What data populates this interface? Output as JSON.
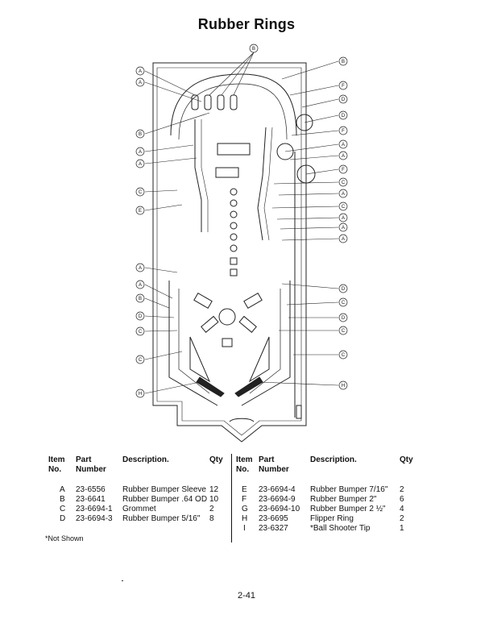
{
  "title": "Rubber Rings",
  "callouts": {
    "top": [
      "B"
    ],
    "left": [
      "A",
      "A",
      "B",
      "A",
      "A",
      "C",
      "E",
      "A",
      "A",
      "B",
      "D",
      "C",
      "C",
      "H"
    ],
    "right": [
      "B",
      "F",
      "D",
      "D",
      "F",
      "A",
      "A",
      "F",
      "C",
      "A",
      "C",
      "A",
      "A",
      "A",
      "D",
      "C",
      "D",
      "C",
      "C",
      "H"
    ]
  },
  "table_left": {
    "headers": {
      "item": "Item",
      "no": "No.",
      "part": "Part",
      "number": "Number",
      "description": "Description.",
      "qty": "Qty"
    },
    "rows": [
      {
        "item": "A",
        "part": "23-6556",
        "description": "Rubber Bumper Sleeve",
        "qty": "12"
      },
      {
        "item": "B",
        "part": "23-6641",
        "description": "Rubber Bumper .64 OD",
        "qty": "10"
      },
      {
        "item": "C",
        "part": "23-6694-1",
        "description": "Grommet",
        "qty": "2"
      },
      {
        "item": "D",
        "part": "23-6694-3",
        "description": "Rubber Bumper 5/16\"",
        "qty": "8"
      }
    ]
  },
  "table_right": {
    "headers": {
      "item": "Item",
      "no": "No.",
      "part": "Part",
      "number": "Number",
      "description": "Description.",
      "qty": "Qty"
    },
    "rows": [
      {
        "item": "E",
        "part": "23-6694-4",
        "description": "Rubber Bumper 7/16\"",
        "qty": "2"
      },
      {
        "item": "F",
        "part": "23-6694-9",
        "description": "Rubber Bumper 2\"",
        "qty": "6"
      },
      {
        "item": "G",
        "part": "23-6694-10",
        "description": "Rubber Bumper 2 ½\"",
        "qty": "4"
      },
      {
        "item": "H",
        "part": "23-6695",
        "description": "Flipper Ring",
        "qty": "2"
      },
      {
        "item": "I",
        "part": "23-6327",
        "description": "*Ball Shooter Tip",
        "qty": "1"
      }
    ]
  },
  "note": "*Not Shown",
  "page_number": "2-41"
}
